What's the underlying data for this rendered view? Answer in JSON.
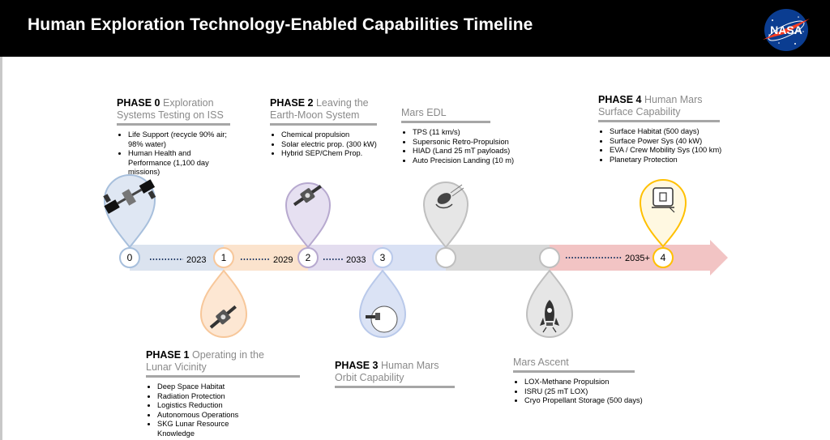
{
  "header": {
    "title": "Human Exploration Technology-Enabled Capabilities Timeline",
    "logo_text": "NASA"
  },
  "timeline": {
    "nodes": [
      "0",
      "1",
      "2",
      "3",
      "",
      "",
      "4"
    ],
    "segment_labels": [
      "2023",
      "2029",
      "2033",
      "2035+"
    ],
    "colors": {
      "phase0": "#a7bfdc",
      "phase1": "#f7c79a",
      "phase2": "#b7a9cf",
      "phase3": "#b9c9ea",
      "edl": "#bfbfbf",
      "ascent": "#bfbfbf",
      "phase4": "#ffc000",
      "arrow_head": "#f2c4c4"
    }
  },
  "blocks": {
    "phase0": {
      "phase": "PHASE 0",
      "title": "Exploration Systems Testing on ISS",
      "items": [
        "Life Support (recycle 90% air; 98% water)",
        "Human Health and Performance (1,100 day missions)"
      ]
    },
    "phase1": {
      "phase": "PHASE 1",
      "title": "Operating in the Lunar Vicinity",
      "items": [
        "Deep Space Habitat",
        "Radiation Protection",
        "Logistics Reduction",
        "Autonomous Operations",
        "SKG Lunar Resource Knowledge"
      ]
    },
    "phase2": {
      "phase": "PHASE 2",
      "title": "Leaving the Earth-Moon System",
      "items": [
        "Chemical propulsion",
        "Solar electric prop. (300 kW)",
        "Hybrid SEP/Chem Prop."
      ]
    },
    "phase3": {
      "phase": "PHASE 3",
      "title": "Human Mars Orbit Capability",
      "items": []
    },
    "edl": {
      "phase": "",
      "title": "Mars EDL",
      "items": [
        "TPS (11 km/s)",
        "Supersonic Retro-Propulsion",
        "HIAD (Land 25 mT payloads)",
        "Auto Precision Landing (10 m)"
      ]
    },
    "ascent": {
      "phase": "",
      "title": "Mars Ascent",
      "items": [
        "LOX-Methane Propulsion",
        "ISRU (25 mT LOX)",
        "Cryo Propellant Storage (500 days)"
      ]
    },
    "phase4": {
      "phase": "PHASE 4",
      "title": "Human Mars Surface Capability",
      "items": [
        "Surface Habitat (500 days)",
        "Surface Power Sys (40 kW)",
        "EVA / Crew Mobility Sys (100 km)",
        "Planetary Protection"
      ]
    }
  }
}
